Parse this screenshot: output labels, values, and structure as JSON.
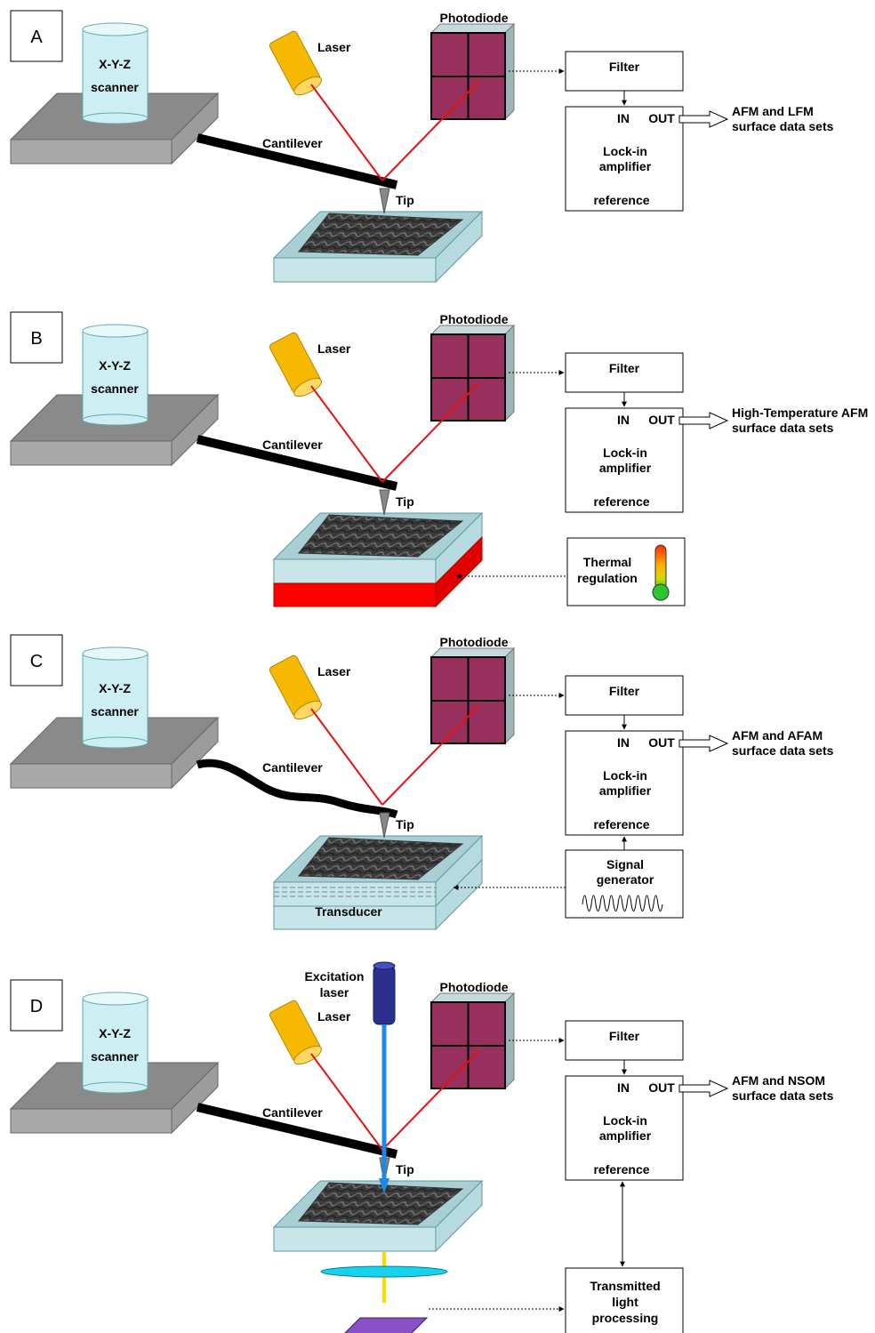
{
  "panels": [
    {
      "letter": "A",
      "scanner": [
        "X-Y-Z",
        "scanner"
      ],
      "laser": "Laser",
      "photodiode": "Photodiode",
      "cantilever": "Cantilever",
      "tip": "Tip",
      "filter": "Filter",
      "lockin": {
        "in": "IN",
        "out": "OUT",
        "name": [
          "Lock-in",
          "amplifier"
        ],
        "reference": "reference"
      },
      "output": [
        "AFM and LFM",
        "surface data sets"
      ]
    },
    {
      "letter": "B",
      "scanner": [
        "X-Y-Z",
        "scanner"
      ],
      "laser": "Laser",
      "photodiode": "Photodiode",
      "cantilever": "Cantilever",
      "tip": "Tip",
      "filter": "Filter",
      "lockin": {
        "in": "IN",
        "out": "OUT",
        "name": [
          "Lock-in",
          "amplifier"
        ],
        "reference": "reference"
      },
      "output": [
        "High-Temperature AFM",
        "surface data sets"
      ],
      "extra_box": [
        "Thermal",
        "regulation"
      ]
    },
    {
      "letter": "C",
      "scanner": [
        "X-Y-Z",
        "scanner"
      ],
      "laser": "Laser",
      "photodiode": "Photodiode",
      "cantilever": "Cantilever",
      "tip": "Tip",
      "filter": "Filter",
      "lockin": {
        "in": "IN",
        "out": "OUT",
        "name": [
          "Lock-in",
          "amplifier"
        ],
        "reference": "reference"
      },
      "output": [
        "AFM and AFAM",
        "surface data sets"
      ],
      "extra_box": [
        "Signal",
        "generator"
      ],
      "sample_label": "Transducer"
    },
    {
      "letter": "D",
      "scanner": [
        "X-Y-Z",
        "scanner"
      ],
      "laser": "Laser",
      "excitation": [
        "Excitation",
        "laser"
      ],
      "photodiode": "Photodiode",
      "cantilever": "Cantilever",
      "tip": "Tip",
      "filter": "Filter",
      "lockin": {
        "in": "IN",
        "out": "OUT",
        "name": [
          "Lock-in",
          "amplifier"
        ],
        "reference": "reference"
      },
      "output": [
        "AFM and NSOM",
        "surface data sets"
      ],
      "extra_box": [
        "Transmitted",
        "light",
        "processing"
      ]
    }
  ],
  "colors": {
    "scanner_fill": "#cdeef2",
    "base_top": "#8a8a8a",
    "base_front": "#a9a9a9",
    "laser_body": "#f6b800",
    "photodiode": "#98305e",
    "beam_red": "#e81010",
    "beam_blue": "#1e88e5",
    "sample_fill": "#c8e6ea",
    "heater": "#ff0000",
    "excitation_laser": "#2c2f8c",
    "detector": "#6a2da0",
    "lens": "#16d2ee",
    "transmitted_beam": "#ffd800"
  }
}
